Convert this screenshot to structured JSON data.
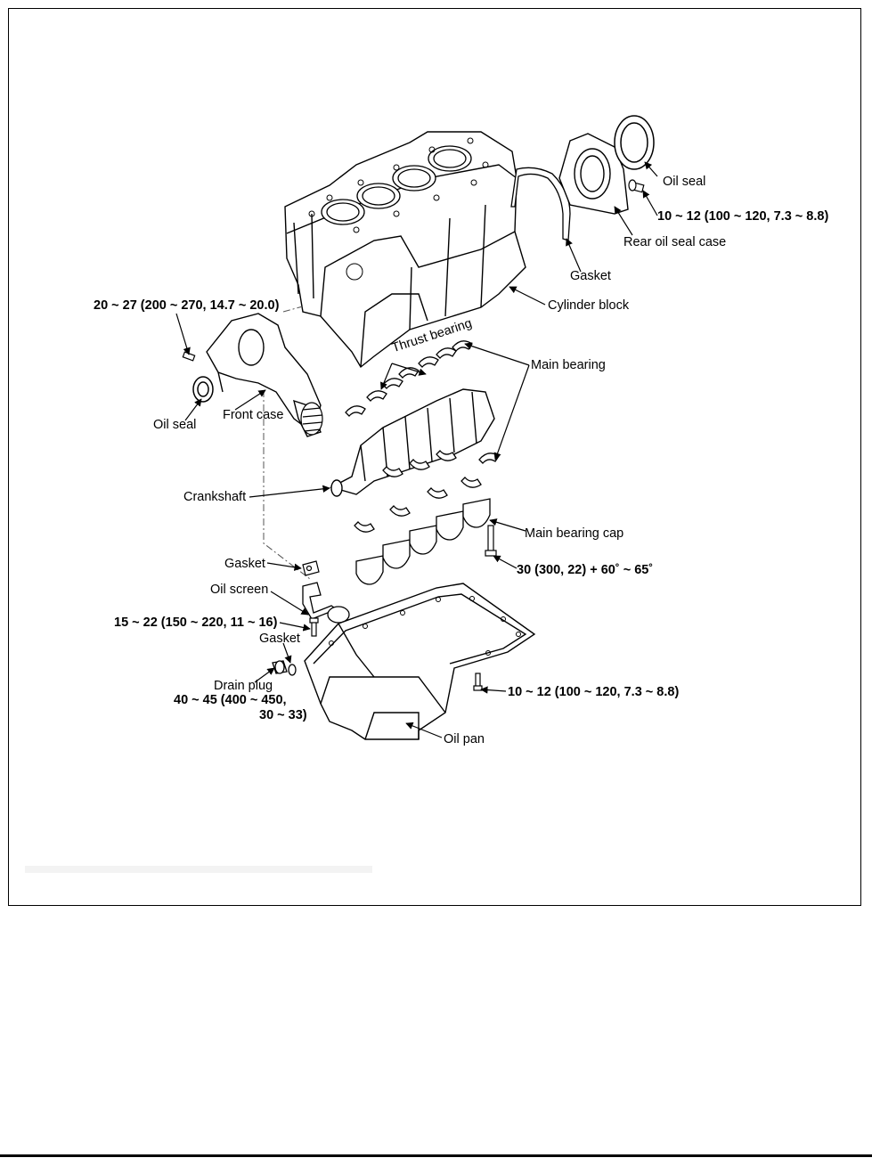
{
  "labels": {
    "oil_seal_rear": "Oil seal",
    "torque_rear_case": "10 ~ 12 (100 ~ 120, 7.3 ~ 8.8)",
    "rear_oil_seal_case": "Rear oil seal case",
    "gasket_rear": "Gasket",
    "cylinder_block": "Cylinder block",
    "torque_front_case": "20 ~ 27 (200 ~ 270, 14.7 ~ 20.0)",
    "thrust_bearing": "Thrust bearing",
    "main_bearing": "Main bearing",
    "oil_seal_front": "Oil seal",
    "front_case": "Front case",
    "crankshaft": "Crankshaft",
    "main_bearing_cap": "Main bearing cap",
    "torque_bearing_cap": "30 (300, 22) + 60˚ ~ 65˚",
    "gasket_screen": "Gasket",
    "oil_screen": "Oil screen",
    "torque_oil_screen": "15 ~ 22 (150 ~ 220, 11 ~ 16)",
    "gasket_drain": "Gasket",
    "drain_plug": "Drain plug",
    "torque_drain_line1": "40 ~ 45 (400 ~ 450,",
    "torque_drain_line2": "30 ~ 33)",
    "torque_oil_pan": "10 ~ 12 (100 ~ 120, 7.3 ~ 8.8)",
    "oil_pan": "Oil pan"
  }
}
